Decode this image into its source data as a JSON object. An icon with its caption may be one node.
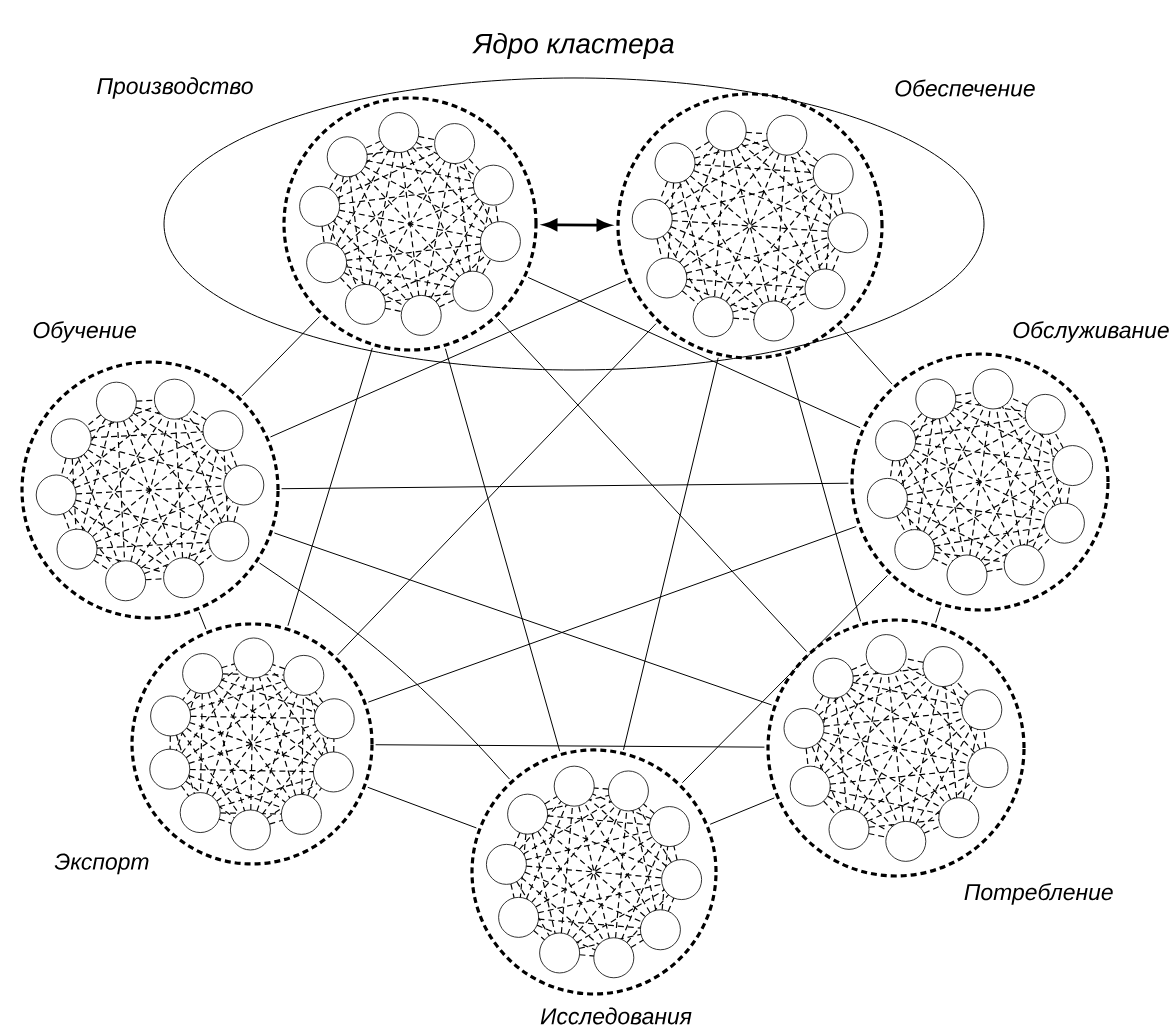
{
  "diagram": {
    "nodes": [
      {
        "text": [
          "Ядро кластера"
        ]
      },
      {
        "text": [
          "Производство"
        ],
        "in": 0
      },
      {
        "text": [
          "Обеспечение"
        ],
        "in": 0
      },
      {
        "text": [
          "Обучение"
        ]
      },
      {
        "text": [
          "Обслуживание"
        ]
      },
      {
        "text": [
          "Экспорт"
        ]
      },
      {
        "text": [
          "Потребление"
        ]
      },
      {
        "text": [
          "Исследования"
        ]
      }
    ],
    "edges": [
      {
        "from": 1,
        "to": 2,
        "arrow": "both"
      },
      {
        "from": 1,
        "to": 3,
        "arrow": "none"
      },
      {
        "from": 1,
        "to": 4,
        "arrow": "none"
      },
      {
        "from": 1,
        "to": 5,
        "arrow": "none"
      },
      {
        "from": 1,
        "to": 6,
        "arrow": "none"
      },
      {
        "from": 1,
        "to": 7,
        "arrow": "none"
      },
      {
        "from": 2,
        "to": 3,
        "arrow": "none"
      },
      {
        "from": 2,
        "to": 4,
        "arrow": "none"
      },
      {
        "from": 2,
        "to": 5,
        "arrow": "none"
      },
      {
        "from": 2,
        "to": 6,
        "arrow": "none"
      },
      {
        "from": 2,
        "to": 7,
        "arrow": "none"
      },
      {
        "from": 3,
        "to": 4,
        "arrow": "none"
      },
      {
        "from": 3,
        "to": 5,
        "arrow": "none"
      },
      {
        "from": 3,
        "to": 6,
        "arrow": "none"
      },
      {
        "from": 3,
        "to": 7,
        "arrow": "none"
      },
      {
        "from": 4,
        "to": 5,
        "arrow": "none"
      },
      {
        "from": 4,
        "to": 6,
        "arrow": "none"
      },
      {
        "from": 4,
        "to": 7,
        "arrow": "none"
      },
      {
        "from": 5,
        "to": 6,
        "arrow": "none"
      },
      {
        "from": 5,
        "to": 7,
        "arrow": "none"
      },
      {
        "from": 6,
        "to": 7,
        "arrow": "none"
      }
    ]
  }
}
